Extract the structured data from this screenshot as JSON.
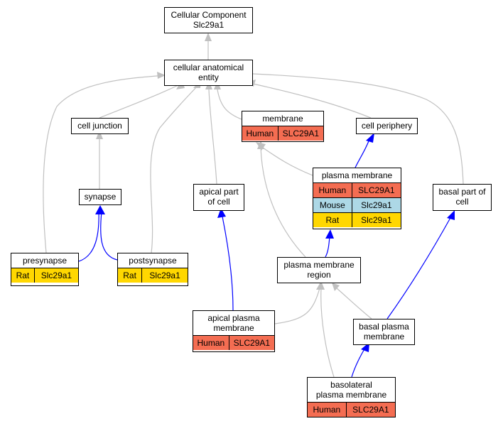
{
  "colors": {
    "human": "#f46d52",
    "mouse": "#add8e6",
    "rat": "#ffd700",
    "is_a_edge": "#c0c0c0",
    "part_of_edge": "#0000ff"
  },
  "nodes": {
    "root": {
      "label": "Cellular Component\nSlc29a1"
    },
    "cae": {
      "label": "cellular anatomical\nentity"
    },
    "junction": {
      "label": "cell junction"
    },
    "membrane": {
      "label": "membrane",
      "rows": [
        {
          "species": "Human",
          "gene": "SLC29A1"
        }
      ]
    },
    "periphery": {
      "label": "cell periphery"
    },
    "plasma": {
      "label": "plasma membrane",
      "rows": [
        {
          "species": "Human",
          "gene": "SLC29A1"
        },
        {
          "species": "Mouse",
          "gene": "Slc29a1"
        },
        {
          "species": "Rat",
          "gene": "Slc29a1"
        }
      ]
    },
    "synapse": {
      "label": "synapse"
    },
    "apical_part": {
      "label": "apical part\nof cell"
    },
    "basal_part": {
      "label": "basal part of\ncell"
    },
    "presynapse": {
      "label": "presynapse",
      "rows": [
        {
          "species": "Rat",
          "gene": "Slc29a1"
        }
      ]
    },
    "postsynapse": {
      "label": "postsynapse",
      "rows": [
        {
          "species": "Rat",
          "gene": "Slc29a1"
        }
      ]
    },
    "pm_region": {
      "label": "plasma membrane\nregion"
    },
    "apical_pm": {
      "label": "apical plasma\nmembrane",
      "rows": [
        {
          "species": "Human",
          "gene": "SLC29A1"
        }
      ]
    },
    "basal_pm": {
      "label": "basal plasma\nmembrane"
    },
    "basolateral": {
      "label": "basolateral\nplasma membrane",
      "rows": [
        {
          "species": "Human",
          "gene": "SLC29A1"
        }
      ]
    }
  }
}
